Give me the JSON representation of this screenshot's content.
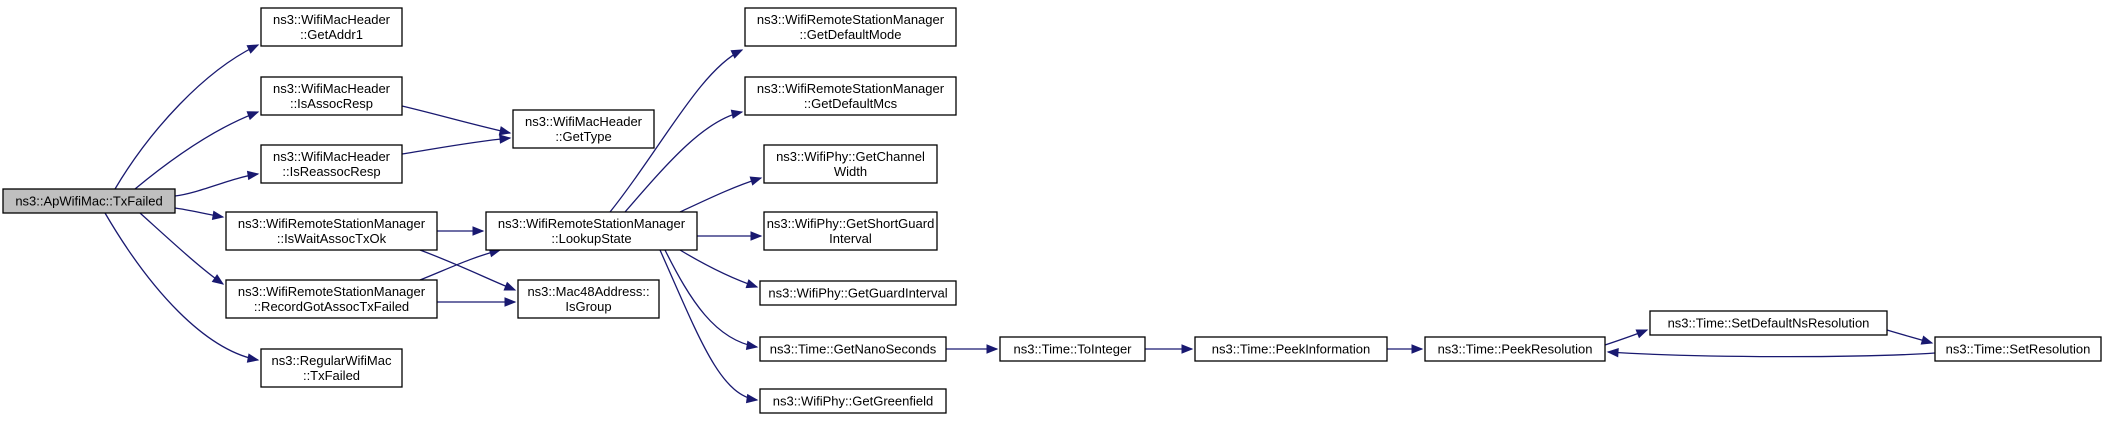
{
  "diagram": {
    "nodes": [
      {
        "id": "txfailed",
        "lines": [
          "ns3::ApWifiMac::TxFailed"
        ],
        "root": true
      },
      {
        "id": "getaddr1",
        "lines": [
          "ns3::WifiMacHeader",
          "::GetAddr1"
        ]
      },
      {
        "id": "isassocresp",
        "lines": [
          "ns3::WifiMacHeader",
          "::IsAssocResp"
        ]
      },
      {
        "id": "isreassocresp",
        "lines": [
          "ns3::WifiMacHeader",
          "::IsReassocResp"
        ]
      },
      {
        "id": "gettype",
        "lines": [
          "ns3::WifiMacHeader",
          "::GetType"
        ]
      },
      {
        "id": "iswaitassoctxok",
        "lines": [
          "ns3::WifiRemoteStationManager",
          "::IsWaitAssocTxOk"
        ]
      },
      {
        "id": "recordgotassoctxfailed",
        "lines": [
          "ns3::WifiRemoteStationManager",
          "::RecordGotAssocTxFailed"
        ]
      },
      {
        "id": "regularwifimac_txfailed",
        "lines": [
          "ns3::RegularWifiMac",
          "::TxFailed"
        ]
      },
      {
        "id": "lookupstate",
        "lines": [
          "ns3::WifiRemoteStationManager",
          "::LookupState"
        ]
      },
      {
        "id": "isgroup",
        "lines": [
          "ns3::Mac48Address::",
          "IsGroup"
        ]
      },
      {
        "id": "getdefaultmode",
        "lines": [
          "ns3::WifiRemoteStationManager",
          "::GetDefaultMode"
        ]
      },
      {
        "id": "getdefaultmcs",
        "lines": [
          "ns3::WifiRemoteStationManager",
          "::GetDefaultMcs"
        ]
      },
      {
        "id": "getchannelwidth",
        "lines": [
          "ns3::WifiPhy::GetChannel",
          "Width"
        ]
      },
      {
        "id": "getshortguardinterval",
        "lines": [
          "ns3::WifiPhy::GetShortGuard",
          "Interval"
        ]
      },
      {
        "id": "getguardinterval",
        "lines": [
          "ns3::WifiPhy::GetGuardInterval"
        ]
      },
      {
        "id": "getnanoseconds",
        "lines": [
          "ns3::Time::GetNanoSeconds"
        ]
      },
      {
        "id": "getgreenfield",
        "lines": [
          "ns3::WifiPhy::GetGreenfield"
        ]
      },
      {
        "id": "tointeger",
        "lines": [
          "ns3::Time::ToInteger"
        ]
      },
      {
        "id": "peekinformation",
        "lines": [
          "ns3::Time::PeekInformation"
        ]
      },
      {
        "id": "peekresolution",
        "lines": [
          "ns3::Time::PeekResolution"
        ]
      },
      {
        "id": "setdefaultnsresolution",
        "lines": [
          "ns3::Time::SetDefaultNsResolution"
        ]
      },
      {
        "id": "setresolution",
        "lines": [
          "ns3::Time::SetResolution"
        ]
      }
    ],
    "edges": [
      {
        "from": "txfailed",
        "to": "getaddr1"
      },
      {
        "from": "txfailed",
        "to": "isassocresp"
      },
      {
        "from": "txfailed",
        "to": "isreassocresp"
      },
      {
        "from": "txfailed",
        "to": "iswaitassoctxok"
      },
      {
        "from": "txfailed",
        "to": "recordgotassoctxfailed"
      },
      {
        "from": "txfailed",
        "to": "regularwifimac_txfailed"
      },
      {
        "from": "isassocresp",
        "to": "gettype"
      },
      {
        "from": "isreassocresp",
        "to": "gettype"
      },
      {
        "from": "iswaitassoctxok",
        "to": "lookupstate"
      },
      {
        "from": "iswaitassoctxok",
        "to": "isgroup"
      },
      {
        "from": "recordgotassoctxfailed",
        "to": "lookupstate"
      },
      {
        "from": "recordgotassoctxfailed",
        "to": "isgroup"
      },
      {
        "from": "lookupstate",
        "to": "getdefaultmode"
      },
      {
        "from": "lookupstate",
        "to": "getdefaultmcs"
      },
      {
        "from": "lookupstate",
        "to": "getchannelwidth"
      },
      {
        "from": "lookupstate",
        "to": "getshortguardinterval"
      },
      {
        "from": "lookupstate",
        "to": "getguardinterval"
      },
      {
        "from": "lookupstate",
        "to": "getnanoseconds"
      },
      {
        "from": "lookupstate",
        "to": "getgreenfield"
      },
      {
        "from": "getnanoseconds",
        "to": "tointeger"
      },
      {
        "from": "tointeger",
        "to": "peekinformation"
      },
      {
        "from": "peekinformation",
        "to": "peekresolution"
      },
      {
        "from": "peekresolution",
        "to": "setdefaultnsresolution"
      },
      {
        "from": "setdefaultnsresolution",
        "to": "setresolution"
      },
      {
        "from": "setresolution",
        "to": "peekresolution"
      }
    ]
  }
}
